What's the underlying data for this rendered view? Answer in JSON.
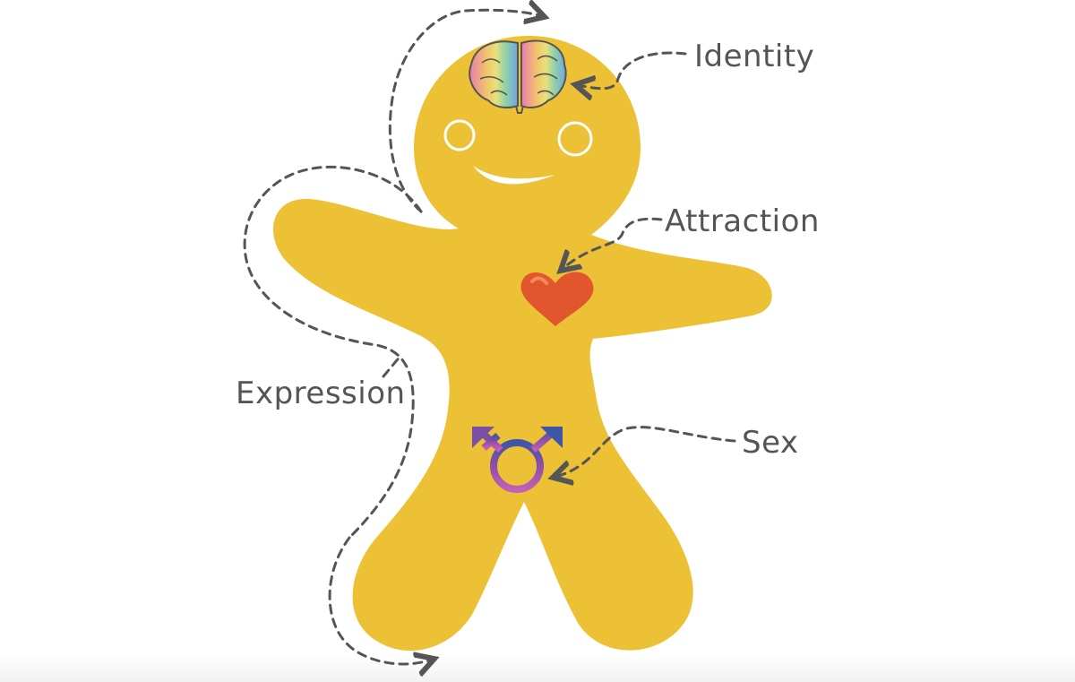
{
  "labels": {
    "identity": "Identity",
    "attraction": "Attraction",
    "expression": "Expression",
    "sex": "Sex"
  },
  "colors": {
    "body": "#ECC135",
    "heart": "#E2562E",
    "line": "#555555",
    "symbol": "#8E4FA6"
  },
  "icons": [
    "brain-icon",
    "heart-icon",
    "transgender-symbol-icon",
    "gingerbread-figure"
  ]
}
